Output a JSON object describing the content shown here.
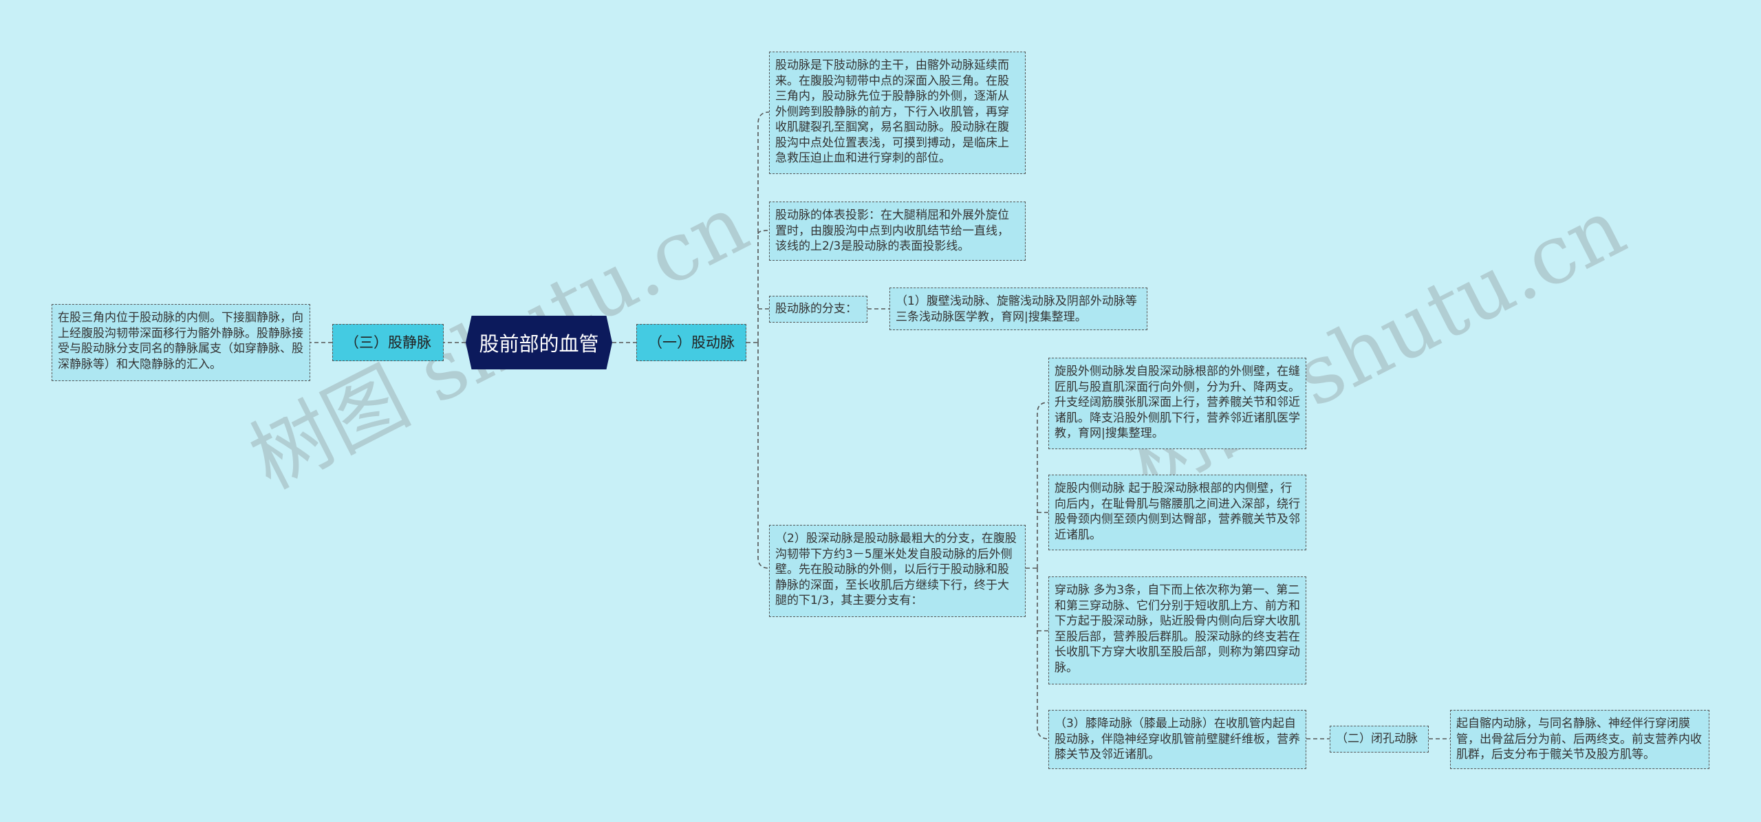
{
  "root": {
    "label": "股前部的血管"
  },
  "branches": {
    "artery": {
      "label": "（一）股动脉"
    },
    "vein": {
      "label": "（三）股静脉"
    },
    "obturator": {
      "label": "（二）闭孔动脉"
    }
  },
  "leaves": {
    "artery_main": "股动脉是下肢动脉的主干，由髂外动脉延续而来。在腹股沟韧带中点的深面入股三角。在股三角内，股动脉先位于股静脉的外侧，逐渐从外侧跨到股静脉的前方，下行入收肌管，再穿收肌腱裂孔至腘窝，易名腘动脉。股动脉在腹股沟中点处位置表浅，可摸到搏动，是临床上急救压迫止血和进行穿刺的部位。",
    "surface_projection": "股动脉的体表投影：在大腿稍屈和外展外旋位置时，由腹股沟中点到内收肌结节给一直线，该线的上2/3是股动脉的表面投影线。",
    "branches_label": "股动脉的分支：",
    "superficial_branches": "（1）腹壁浅动脉、旋髂浅动脉及阴部外动脉等三条浅动脉医学教，育网|搜集整理。",
    "deep_femoral": "（2）股深动脉是股动脉最粗大的分支，在腹股沟韧带下方约3－5厘米处发自股动脉的后外侧壁。先在股动脉的外侧，以后行于股动脉和股静脉的深面，至长收肌后方继续下行，终于大腿的下1/3，其主要分支有：",
    "lateral_circumflex": "旋股外侧动脉发自股深动脉根部的外侧壁，在缝匠肌与股直肌深面行向外侧，分为升、降两支。升支经阔筋膜张肌深面上行，营养髋关节和邻近诸肌。降支沿股外侧肌下行，营养邻近诸肌医学教，育网|搜集整理。",
    "medial_circumflex": "旋股内侧动脉 起于股深动脉根部的内侧壁，行向后内，在耻骨肌与髂腰肌之间进入深部，绕行股骨颈内侧至颈内侧到达臀部，营养髋关节及邻近诸肌。",
    "perforating": "穿动脉 多为3条，自下而上依次称为第一、第二和第三穿动脉、它们分别于短收肌上方、前方和下方起于股深动脉，贴近股骨内侧向后穿大收肌至股后部，营养股后群肌。股深动脉的终支若在长收肌下方穿大收肌至股后部，则称为第四穿动脉。",
    "descending_genicular": "（3）膝降动脉（膝最上动脉）在收肌管内起自股动脉，伴隐神经穿收肌管前壁腱纤维板，营养膝关节及邻近诸肌。",
    "obturator_desc": "起自髂内动脉，与同名静脉、神经伴行穿闭膜管，出骨盆后分为前、后两终支。前支营养内收肌群，后支分布于髋关节及股方肌等。",
    "vein_desc": "在股三角内位于股动脉的内侧。下接腘静脉，向上经腹股沟韧带深面移行为髂外静脉。股静脉接受与股动脉分支同名的静脉属支（如穿静脉、股深静脉等）和大隐静脉的汇入。"
  },
  "watermarks": [
    "树图 shutu.cn",
    "树图 shutu.cn"
  ],
  "colors": {
    "background": "#c8f0f7",
    "root_fill": "#0c1a5c",
    "branch_fill": "#44cbe2",
    "leaf_fill": "#aee7f2",
    "connector": "#555555"
  }
}
